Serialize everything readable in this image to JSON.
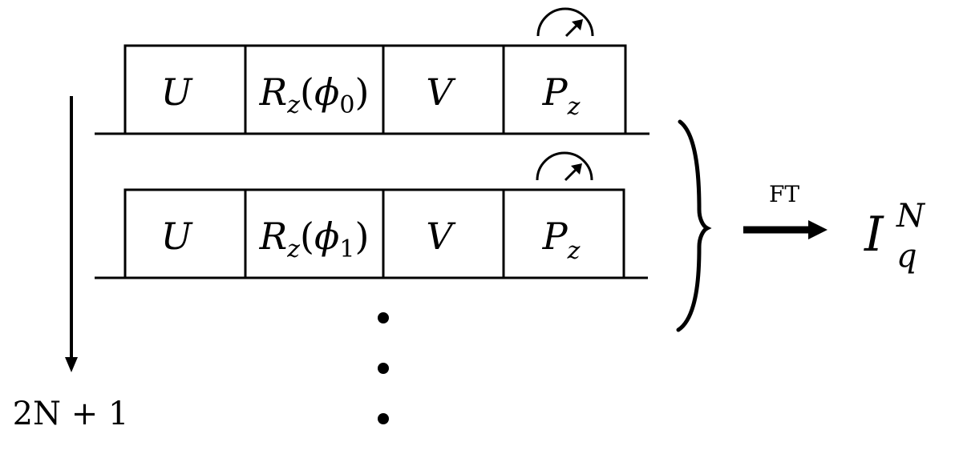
{
  "diagram": {
    "circuits": [
      {
        "gates": [
          {
            "main": "U",
            "sub": "",
            "arg_main": "",
            "arg_sub": ""
          },
          {
            "main": "R",
            "sub": "z",
            "arg_main": "ϕ",
            "arg_sub": "0"
          },
          {
            "main": "V",
            "sub": "",
            "arg_main": "",
            "arg_sub": ""
          },
          {
            "main": "P",
            "sub": "z",
            "arg_main": "",
            "arg_sub": ""
          }
        ],
        "measurement_icon": "meter-icon"
      },
      {
        "gates": [
          {
            "main": "U",
            "sub": "",
            "arg_main": "",
            "arg_sub": ""
          },
          {
            "main": "R",
            "sub": "z",
            "arg_main": "ϕ",
            "arg_sub": "1"
          },
          {
            "main": "V",
            "sub": "",
            "arg_main": "",
            "arg_sub": ""
          },
          {
            "main": "P",
            "sub": "z",
            "arg_main": "",
            "arg_sub": ""
          }
        ],
        "measurement_icon": "meter-icon"
      }
    ],
    "repeat_count_label": "2N + 1",
    "transform_label": "FT",
    "result": {
      "main": "I",
      "sub": "q",
      "sup": "N"
    },
    "icons": [
      "meter-icon",
      "down-arrow-icon",
      "right-arrow-icon",
      "brace-icon",
      "ellipsis-dots-icon"
    ]
  }
}
